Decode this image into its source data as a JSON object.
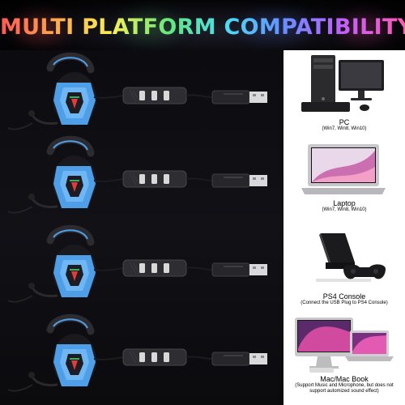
{
  "title": "MULTI PLATFORM COMPATIBILITY",
  "colors": {
    "background": "#000000",
    "headset_blue": "#4f9fe8",
    "panel_right": "#ffffff",
    "title_gradient": [
      "#ff3b3b",
      "#ff9b2f",
      "#f5ee3a",
      "#49e36a",
      "#2fd6f2",
      "#4d7bff",
      "#b247ff",
      "#ff3fa7"
    ]
  },
  "devices": [
    {
      "id": "pc",
      "icon": "desktop-pc-icon",
      "name": "PC",
      "note": "(Win7, Win8, Win10)"
    },
    {
      "id": "laptop",
      "icon": "laptop-icon",
      "name": "Laptop",
      "note": "(Win7, Win8, Win10)"
    },
    {
      "id": "ps4",
      "icon": "ps4-console-icon",
      "name": "PS4 Console",
      "note": "(Connect the USB Plug to PS4 Console)"
    },
    {
      "id": "mac",
      "icon": "imac-macbook-icon",
      "name": "Mac/Mac Book",
      "note": "(Support Music and Microphone, but does not support automized sound effect)"
    }
  ]
}
